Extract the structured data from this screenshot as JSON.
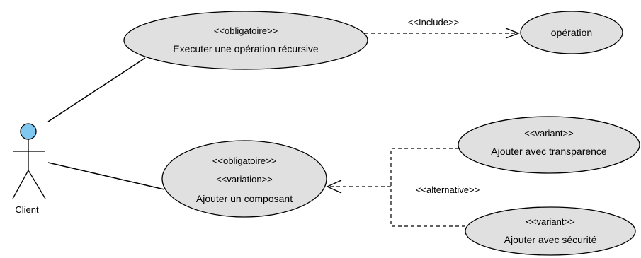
{
  "actor": {
    "name": "Client",
    "head_color": "#80c8f0"
  },
  "use_cases": {
    "executer": {
      "stereotype": "<<obligatoire>>",
      "name": "Executer une opération récursive"
    },
    "operation": {
      "name": "opération"
    },
    "ajouter": {
      "stereotype1": "<<obligatoire>>",
      "stereotype2": "<<variation>>",
      "name": "Ajouter un composant"
    },
    "transparence": {
      "stereotype": "<<variant>>",
      "name": "Ajouter avec transparence"
    },
    "securite": {
      "stereotype": "<<variant>>",
      "name": "Ajouter avec sécurité"
    }
  },
  "relations": {
    "include": "<<Include>>",
    "alternative": "<<alternative>>"
  },
  "colors": {
    "use_case_fill": "#e0e0e0",
    "stroke": "#000000"
  }
}
